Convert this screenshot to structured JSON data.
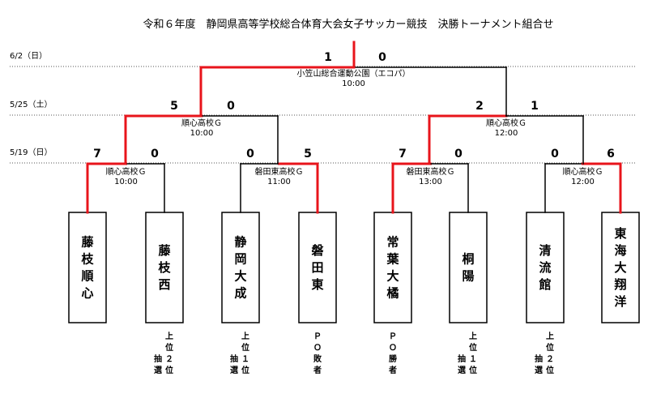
{
  "title": "令和６年度　静岡県高等学校総合体育大会女子サッカー競技　決勝トーナメント組合せ",
  "dates": [
    "6/2（日）",
    "5/25（土）",
    "5/19（日）"
  ],
  "teams": [
    {
      "name": "藤枝順心",
      "note": ""
    },
    {
      "name": "藤枝西",
      "note": "上位２位抽選"
    },
    {
      "name": "静岡大成",
      "note": "上位１位抽選"
    },
    {
      "name": "磐田東",
      "note": "ＰＯ敗者"
    },
    {
      "name": "常葉大橘",
      "note": "ＰＯ勝者"
    },
    {
      "name": "桐陽",
      "note": "上位１位抽選"
    },
    {
      "name": "清流館",
      "note": "上位２位抽選"
    },
    {
      "name": "東海大翔洋",
      "note": ""
    }
  ],
  "round1": [
    {
      "venue": "順心高校Ｇ",
      "time": "10:00",
      "score_left": "7",
      "score_right": "0",
      "winner": "left"
    },
    {
      "venue": "磐田東高校Ｇ",
      "time": "11:00",
      "score_left": "0",
      "score_right": "5",
      "winner": "right"
    },
    {
      "venue": "磐田東高校Ｇ",
      "time": "13:00",
      "score_left": "7",
      "score_right": "0",
      "winner": "left"
    },
    {
      "venue": "順心高校Ｇ",
      "time": "12:00",
      "score_left": "0",
      "score_right": "6",
      "winner": "right"
    }
  ],
  "semis": [
    {
      "venue": "順心高校Ｇ",
      "time": "10:00",
      "score_left": "5",
      "score_right": "0",
      "winner": "left"
    },
    {
      "venue": "順心高校Ｇ",
      "time": "12:00",
      "score_left": "2",
      "score_right": "1",
      "winner": "left"
    }
  ],
  "final": {
    "venue": "小笠山総合運動公園（エコパ）",
    "time": "10:00",
    "score_left": "1",
    "score_right": "0",
    "winner": "left"
  },
  "colors": {
    "winner_line": "#e8141b",
    "line": "#000000",
    "dotted": "#555555"
  }
}
